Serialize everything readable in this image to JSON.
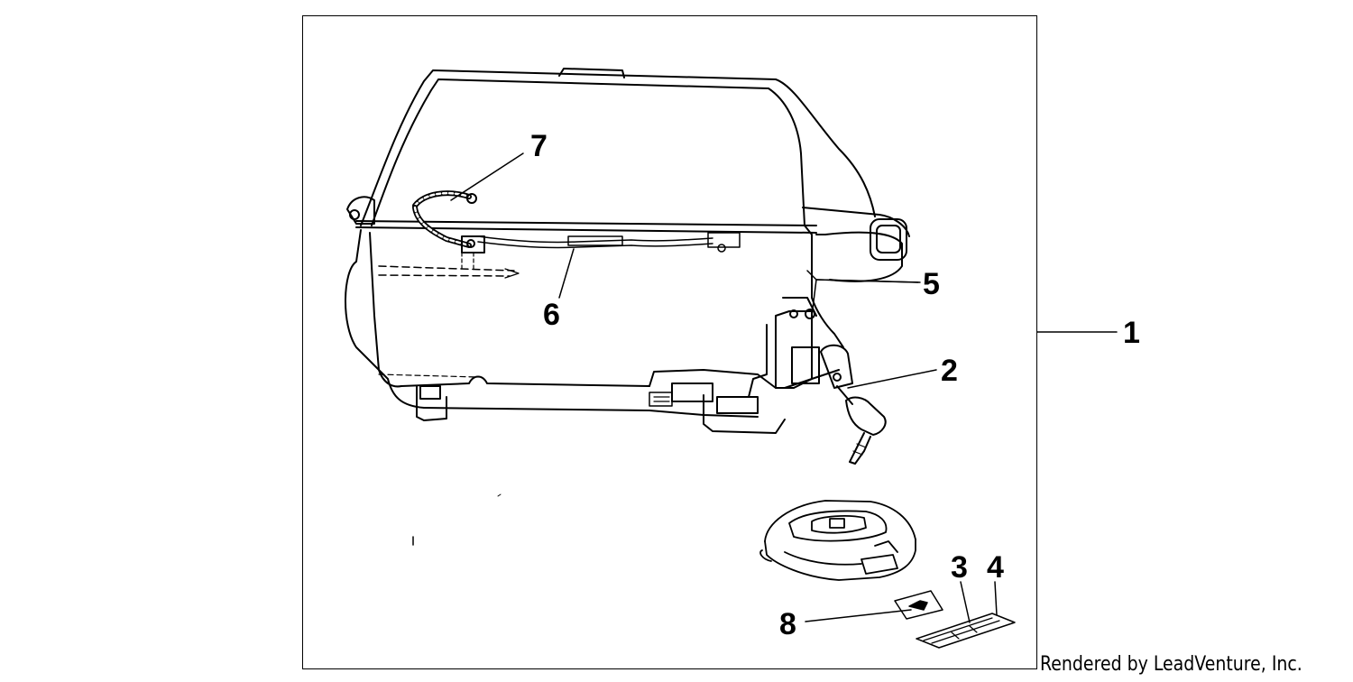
{
  "diagram": {
    "callouts": [
      {
        "id": "1",
        "label": "1"
      },
      {
        "id": "2",
        "label": "2"
      },
      {
        "id": "3",
        "label": "3"
      },
      {
        "id": "4",
        "label": "4"
      },
      {
        "id": "5",
        "label": "5"
      },
      {
        "id": "6",
        "label": "6"
      },
      {
        "id": "7",
        "label": "7"
      },
      {
        "id": "8",
        "label": "8"
      }
    ]
  },
  "footer": {
    "credit": "Rendered by LeadVenture, Inc."
  },
  "colors": {
    "ink": "#000000",
    "background": "#ffffff"
  }
}
